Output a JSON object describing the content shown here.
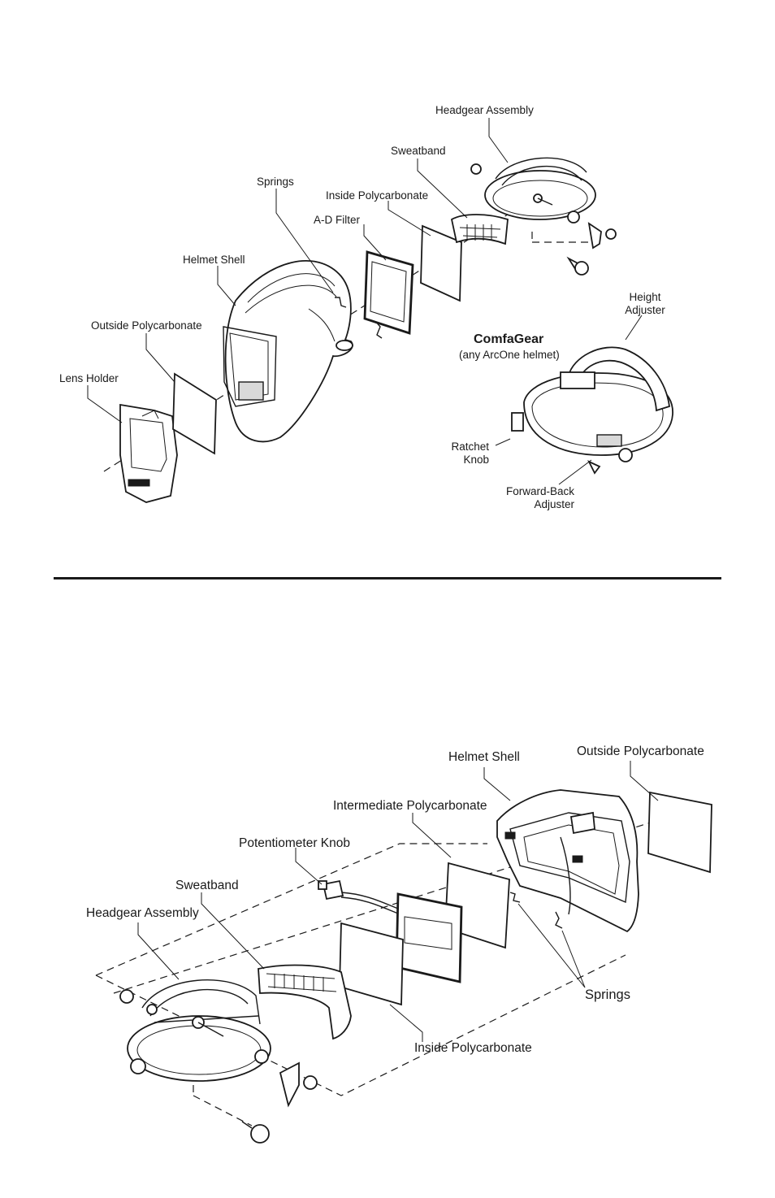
{
  "top_diagram": {
    "labels": {
      "headgear_assembly": "Headgear Assembly",
      "sweatband": "Sweatband",
      "inside_polycarbonate": "Inside Polycarbonate",
      "springs": "Springs",
      "ad_filter": "A-D Filter",
      "helmet_shell": "Helmet Shell",
      "outside_polycarbonate": "Outside Polycarbonate",
      "lens_holder": "Lens Holder"
    },
    "comfagear": {
      "title": "ComfaGear",
      "subtitle": "(any ArcOne helmet)",
      "height_adjuster_line1": "Height",
      "height_adjuster_line2": "Adjuster",
      "ratchet_knob_line1": "Ratchet",
      "ratchet_knob_line2": "Knob",
      "forward_back_line1": "Forward-Back",
      "forward_back_line2": "Adjuster"
    }
  },
  "bottom_diagram": {
    "labels": {
      "helmet_shell": "Helmet Shell",
      "outside_polycarbonate": "Outside Polycarbonate",
      "intermediate_polycarbonate": "Intermediate Polycarbonate",
      "potentiometer_knob": "Potentiometer Knob",
      "sweatband": "Sweatband",
      "headgear_assembly": "Headgear Assembly",
      "springs": "Springs",
      "inside_polycarbonate": "Inside Polycarbonate"
    }
  }
}
